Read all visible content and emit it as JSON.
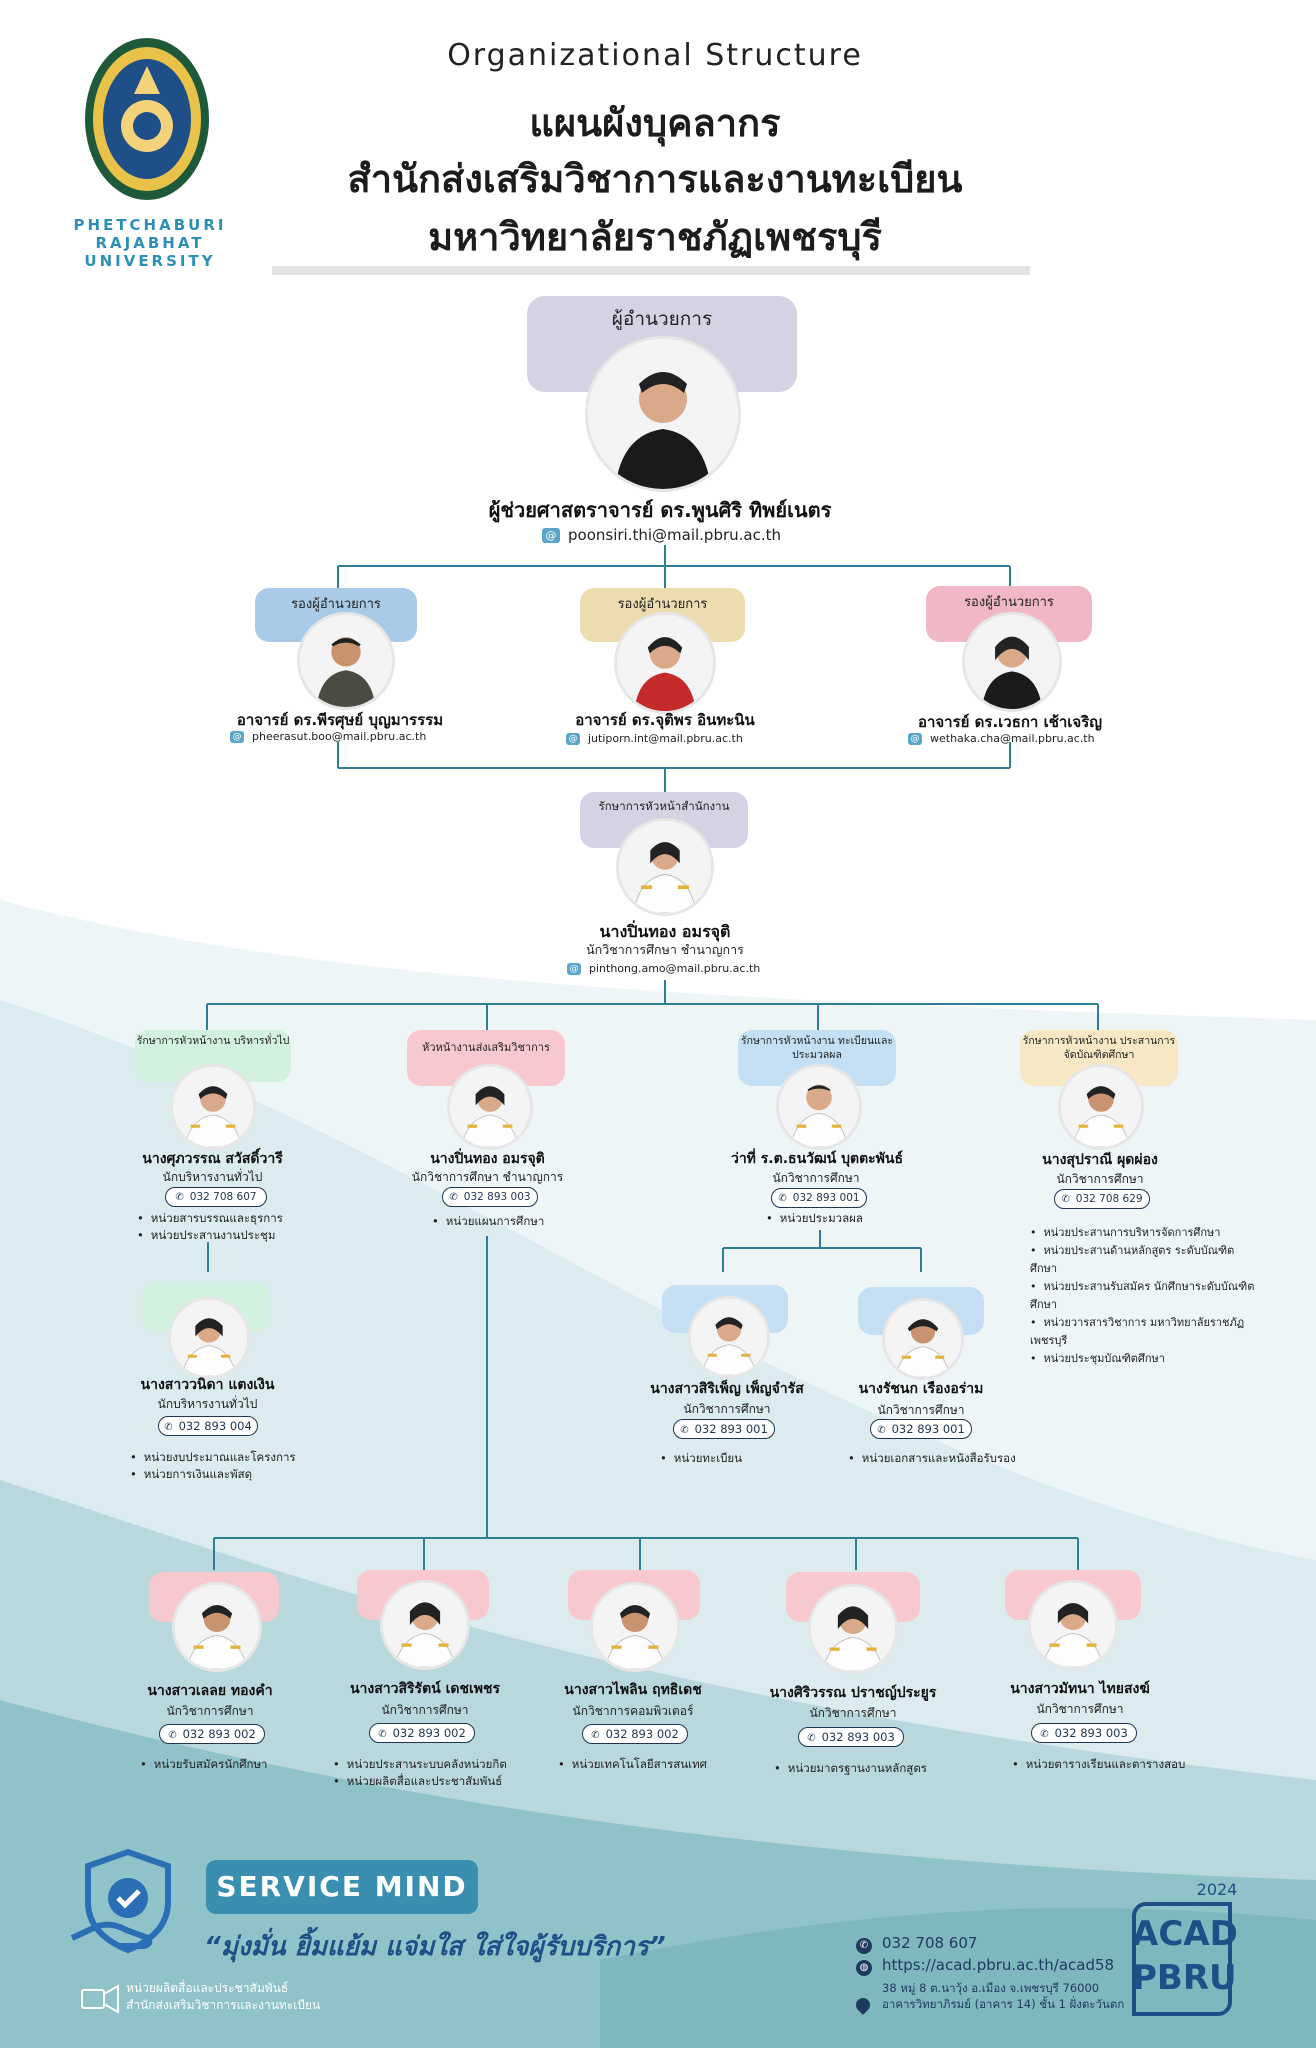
{
  "colors": {
    "accent": "#3a8fb0",
    "navy": "#1e4f87",
    "teal_bg": "#8fc3c9"
  },
  "header": {
    "title_en": "Organizational Structure",
    "title_th_1": "แผนผังบุคลากร",
    "title_th_2": "สำนักส่งเสริมวิชาการและงานทะเบียน",
    "title_th_3": "มหาวิทยาลัยราชภัฏเพชรบุรี",
    "logo_text": [
      "PHETCHABURI",
      "RAJABHAT",
      "UNIVERSITY"
    ]
  },
  "director": {
    "role": "ผู้อำนวยการ",
    "name": "ผู้ช่วยศาสตราจารย์ ดร.พูนศิริ ทิพย์เนตร",
    "email": "poonsiri.thi@mail.pbru.ac.th"
  },
  "deputies": [
    {
      "role": "รองผู้อำนวยการ",
      "name": "อาจารย์ ดร.พีรศุษย์ บุญมารรรม",
      "email": "pheerasut.boo@mail.pbru.ac.th",
      "color": "#a9cbe8"
    },
    {
      "role": "รองผู้อำนวยการ",
      "name": "อาจารย์ ดร.จุติพร อินทะนิน",
      "email": "jutiporn.int@mail.pbru.ac.th",
      "color": "#ecdcb0"
    },
    {
      "role": "รองผู้อำนวยการ",
      "name": "อาจารย์ ดร.เวธกา เช้าเจริญ",
      "email": "wethaka.cha@mail.pbru.ac.th",
      "color": "#f0b8c4"
    }
  ],
  "head_office": {
    "role": "รักษาการหัวหน้าสำนักงาน",
    "name": "นางปิ่นทอง อมรจุติ",
    "position": "นักวิชาการศึกษา ชำนาญการ",
    "email": "pinthong.amo@mail.pbru.ac.th"
  },
  "sections": [
    {
      "role": "รักษาการหัวหน้างาน บริหารทั่วไป",
      "name": "นางศุภวรรณ สวัสดิ์วารี",
      "position": "นักบริหารงานทั่วไป",
      "phone": "032 708 607",
      "units": [
        "หน่วยสารบรรณและธุรการ",
        "หน่วยประสานงานประชุม"
      ]
    },
    {
      "role": "หัวหน้างานส่งเสริมวิชาการ",
      "name": "นางปิ่นทอง อมรจุติ",
      "position": "นักวิชาการศึกษา ชำนาญการ",
      "phone": "032 893 003",
      "units": [
        "หน่วยแผนการศึกษา"
      ]
    },
    {
      "role": "รักษาการหัวหน้างาน ทะเบียนและประมวลผล",
      "name": "ว่าที่ ร.ต.ธนวัฒน์ บุตตะพันธ์",
      "position": "นักวิชาการศึกษา",
      "phone": "032 893 001",
      "units": [
        "หน่วยประมวลผล"
      ]
    },
    {
      "role": "รักษาการหัวหน้างาน ประสานการจัดบัณฑิตศึกษา",
      "name": "นางสุปราณี ผุดผ่อง",
      "position": "นักวิชาการศึกษา",
      "phone": "032 708 629",
      "units": [
        "หน่วยประสานการบริหารจัดการศึกษา",
        "หน่วยประสานด้านหลักสูตร ระดับบัณฑิตศึกษา",
        "หน่วยประสานรับสมัคร นักศึกษาระดับบัณฑิตศึกษา",
        "หน่วยวารสารวิชาการ มหาวิทยาลัยราชภัฏเพชรบุรี",
        "หน่วยประชุมบัณฑิตศึกษา"
      ]
    }
  ],
  "sub_general": {
    "name": "นางสาววนิดา แตงเงิน",
    "position": "นักบริหารงานทั่วไป",
    "phone": "032 893 004",
    "units": [
      "หน่วยงบประมาณและโครงการ",
      "หน่วยการเงินและพัสดุ"
    ]
  },
  "sub_registry": [
    {
      "name": "นางสาวสิริเพ็ญ เพ็ญจำรัส",
      "position": "นักวิชาการศึกษา",
      "phone": "032 893 001",
      "units": [
        "หน่วยทะเบียน"
      ]
    },
    {
      "name": "นางรัชนก เรืองอร่าม",
      "position": "นักวิชาการศึกษา",
      "phone": "032 893 001",
      "units": [
        "หน่วยเอกสารและหนังสือรับรอง"
      ]
    }
  ],
  "staff_bottom": [
    {
      "name": "นางสาวเลลย ทองคำ",
      "position": "นักวิชาการศึกษา",
      "phone": "032 893 002",
      "units": [
        "หน่วยรับสมัครนักศึกษา"
      ]
    },
    {
      "name": "นางสาวสิริรัตน์ เดชเพชร",
      "position": "นักวิชาการศึกษา",
      "phone": "032 893 002",
      "units": [
        "หน่วยประสานระบบคลังหน่วยกิต",
        "หน่วยผลิตสื่อและประชาสัมพันธ์"
      ]
    },
    {
      "name": "นางสาวไพลิน ฤทธิเดช",
      "position": "นักวิชาการคอมพิวเตอร์",
      "phone": "032 893 002",
      "units": [
        "หน่วยเทคโนโลยีสารสนเทศ"
      ]
    },
    {
      "name": "นางศิริวรรณ ปราชญ์ประยูร",
      "position": "นักวิชาการศึกษา",
      "phone": "032 893 003",
      "units": [
        "หน่วยมาตรฐานงานหลักสูตร"
      ]
    },
    {
      "name": "นางสาวมัทนา ไทยสงฆ์",
      "position": "นักวิชาการศึกษา",
      "phone": "032 893 003",
      "units": [
        "หน่วยตารางเรียนและตารางสอบ"
      ]
    }
  ],
  "footer": {
    "service_mind": "SERVICE MIND",
    "slogan": "“มุ่งมั่น ยิ้มแย้ม แจ่มใส ใส่ใจผู้รับบริการ”",
    "credit_1": "หน่วยผลิตสื่อและประชาสัมพันธ์",
    "credit_2": "สำนักส่งเสริมวิชาการและงานทะเบียน",
    "phone": "032 708 607",
    "url": "https://acad.pbru.ac.th/acad58",
    "address_1": "38 หมู่ 8 ต.นาวุ้ง อ.เมือง จ.เพชรบุรี 76000",
    "address_2": "อาคารวิทยาภิรมย์ (อาคาร 14) ชั้น 1 ฝั่งตะวันตก",
    "year": "2024",
    "brand_1": "ACAD",
    "brand_2": "PBRU"
  }
}
